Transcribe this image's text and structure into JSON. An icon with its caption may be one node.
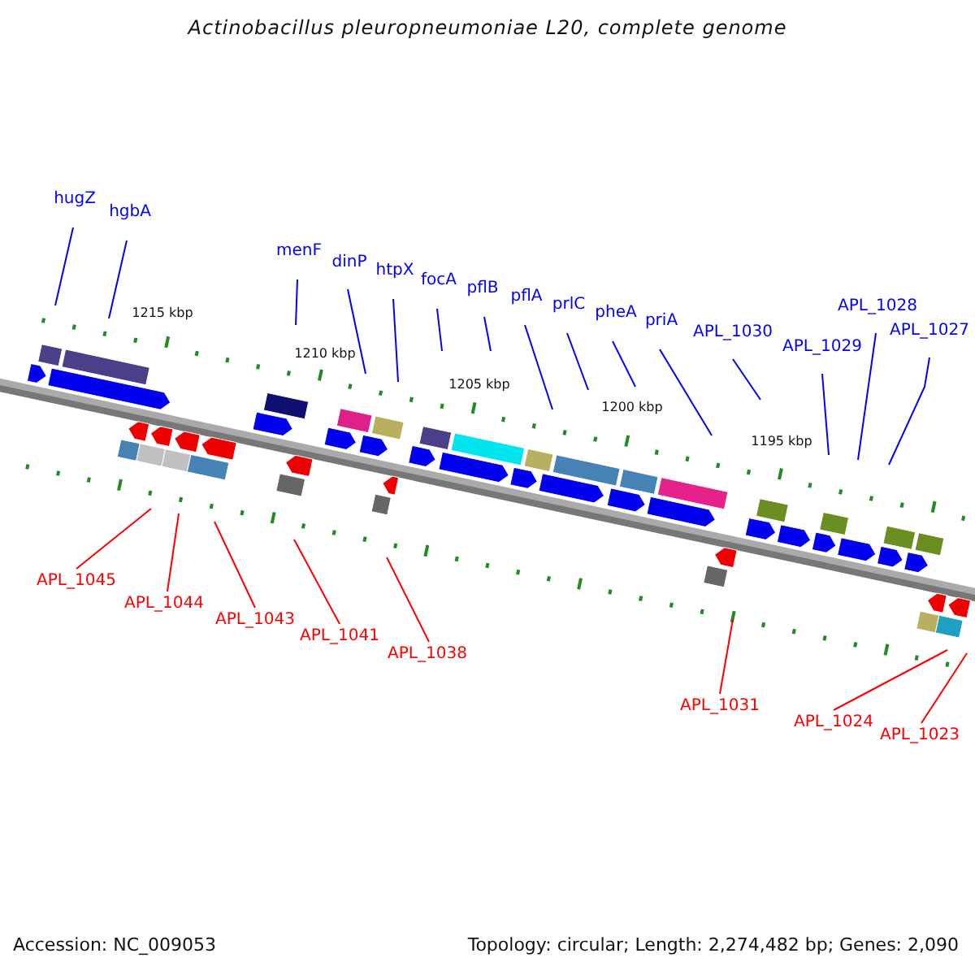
{
  "diagram": {
    "title": "Actinobacillus pleuropneumoniae L20, complete genome",
    "nodes": [
      {
        "text": [
          "hugZ"
        ]
      },
      {
        "text": [
          "hgbA"
        ]
      },
      {
        "text": [
          "menF"
        ]
      },
      {
        "text": [
          "dinP"
        ]
      },
      {
        "text": [
          "htpX"
        ]
      },
      {
        "text": [
          "focA"
        ]
      },
      {
        "text": [
          "pflB"
        ]
      },
      {
        "text": [
          "pflA"
        ]
      },
      {
        "text": [
          "prlC"
        ]
      },
      {
        "text": [
          "pheA"
        ]
      },
      {
        "text": [
          "priA"
        ]
      },
      {
        "text": [
          "APL_1030"
        ]
      },
      {
        "text": [
          "APL_1029"
        ]
      },
      {
        "text": [
          "APL_1028"
        ]
      },
      {
        "text": [
          "APL_1027"
        ]
      },
      {
        "text": [
          "APL_1045"
        ]
      },
      {
        "text": [
          "APL_1044"
        ]
      },
      {
        "text": [
          "APL_1043"
        ]
      },
      {
        "text": [
          "APL_1041"
        ]
      },
      {
        "text": [
          "APL_1038"
        ]
      },
      {
        "text": [
          "APL_1031"
        ]
      },
      {
        "text": [
          "APL_1024"
        ]
      },
      {
        "text": [
          "APL_1023"
        ]
      }
    ],
    "edges": [
      {
        "from": 0,
        "to": null,
        "arrow": "none"
      },
      {
        "from": 1,
        "to": null,
        "arrow": "none"
      },
      {
        "from": 2,
        "to": null,
        "arrow": "none"
      },
      {
        "from": 3,
        "to": null,
        "arrow": "none"
      },
      {
        "from": 4,
        "to": null,
        "arrow": "none"
      },
      {
        "from": 5,
        "to": null,
        "arrow": "none"
      },
      {
        "from": 6,
        "to": null,
        "arrow": "none"
      },
      {
        "from": 7,
        "to": null,
        "arrow": "none"
      },
      {
        "from": 8,
        "to": null,
        "arrow": "none"
      },
      {
        "from": 9,
        "to": null,
        "arrow": "none"
      },
      {
        "from": 10,
        "to": null,
        "arrow": "none"
      },
      {
        "from": 11,
        "to": null,
        "arrow": "none"
      },
      {
        "from": 12,
        "to": null,
        "arrow": "none"
      },
      {
        "from": 13,
        "to": null,
        "arrow": "none"
      },
      {
        "from": 14,
        "to": null,
        "arrow": "none"
      },
      {
        "from": 15,
        "to": null,
        "arrow": "none",
        "color": "#ff0000"
      },
      {
        "from": 16,
        "to": null,
        "arrow": "none",
        "color": "#ff0000"
      },
      {
        "from": 17,
        "to": null,
        "arrow": "none",
        "color": "#ff0000"
      },
      {
        "from": 18,
        "to": null,
        "arrow": "none",
        "color": "#ff0000"
      },
      {
        "from": 19,
        "to": null,
        "arrow": "none",
        "color": "#ff0000"
      },
      {
        "from": 20,
        "to": null,
        "arrow": "none",
        "color": "#ff0000"
      },
      {
        "from": 21,
        "to": null,
        "arrow": "none",
        "color": "#ff0000"
      },
      {
        "from": 22,
        "to": null,
        "arrow": "none",
        "color": "#ff0000"
      }
    ],
    "labels": [
      "1215 kbp",
      "1210 kbp",
      "1205 kbp",
      "1200 kbp",
      "1195 kbp",
      "Accession: NC_009053",
      "Topology: circular; Length: 2,274,482 bp; Genes: 2,090"
    ]
  }
}
